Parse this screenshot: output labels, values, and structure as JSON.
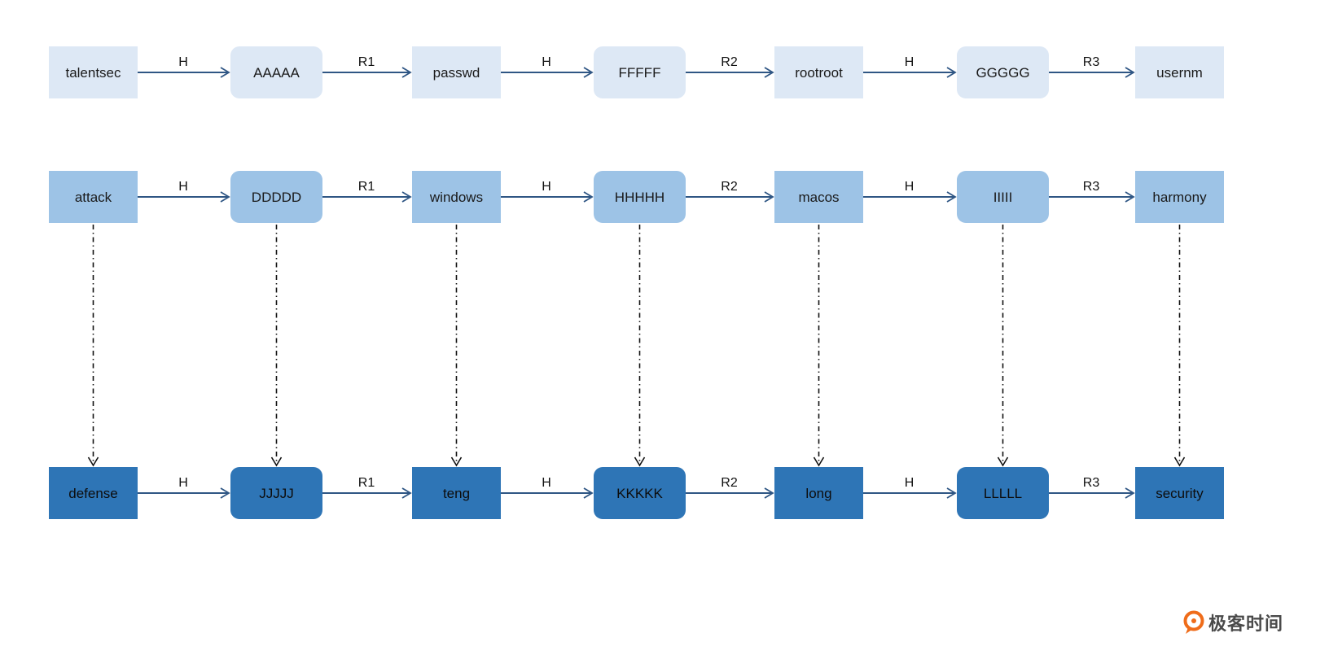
{
  "rows": [
    {
      "id": "row-1",
      "fill": "#dde8f5",
      "text_color": "#1a1a1a",
      "nodes": [
        {
          "label": "talentsec",
          "shape": "square"
        },
        {
          "label": "AAAAA",
          "shape": "rounded"
        },
        {
          "label": "passwd",
          "shape": "square"
        },
        {
          "label": "FFFFF",
          "shape": "rounded"
        },
        {
          "label": "rootroot",
          "shape": "square"
        },
        {
          "label": "GGGGG",
          "shape": "rounded"
        },
        {
          "label": "usernm",
          "shape": "square"
        }
      ],
      "edges": [
        "H",
        "R1",
        "H",
        "R2",
        "H",
        "R3"
      ]
    },
    {
      "id": "row-2",
      "fill": "#9dc3e6",
      "text_color": "#1a1a1a",
      "nodes": [
        {
          "label": "attack",
          "shape": "square"
        },
        {
          "label": "DDDDD",
          "shape": "rounded"
        },
        {
          "label": "windows",
          "shape": "square"
        },
        {
          "label": "HHHHH",
          "shape": "rounded"
        },
        {
          "label": "macos",
          "shape": "square"
        },
        {
          "label": "IIIII",
          "shape": "rounded"
        },
        {
          "label": "harmony",
          "shape": "square"
        }
      ],
      "edges": [
        "H",
        "R1",
        "H",
        "R2",
        "H",
        "R3"
      ]
    },
    {
      "id": "row-3",
      "fill": "#2e75b6",
      "text_color": "#0d0d0d",
      "nodes": [
        {
          "label": "defense",
          "shape": "square"
        },
        {
          "label": "JJJJJ",
          "shape": "rounded"
        },
        {
          "label": "teng",
          "shape": "square"
        },
        {
          "label": "KKKKK",
          "shape": "rounded"
        },
        {
          "label": "long",
          "shape": "square"
        },
        {
          "label": "LLLLL",
          "shape": "rounded"
        },
        {
          "label": "security",
          "shape": "square"
        }
      ],
      "edges": [
        "H",
        "R1",
        "H",
        "R2",
        "H",
        "R3"
      ]
    }
  ],
  "vertical_links": {
    "from_row": "row-2",
    "to_row": "row-3",
    "style": "dash-dot"
  },
  "colors": {
    "arrow": "#2f5684",
    "vertical_link": "#111111"
  },
  "brand": {
    "name": "极客时间",
    "icon": "geektime-logo-icon",
    "color": "#ef6c1a"
  }
}
